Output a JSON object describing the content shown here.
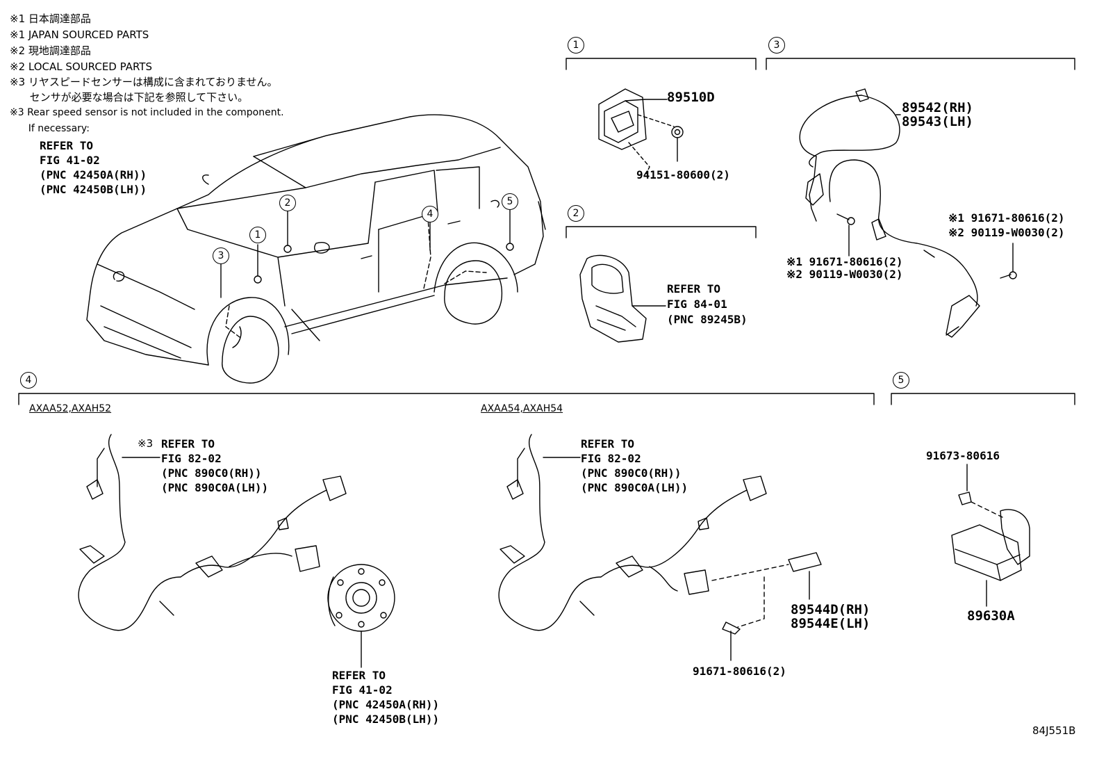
{
  "notes": [
    "※1 日本調達部品",
    "※1 JAPAN SOURCED PARTS",
    "※2 現地調達部品",
    "※2 LOCAL SOURCED PARTS",
    "※3 リヤスピードセンサーは構成に含まれておりません。",
    "      センサが必要な場合は下記を参照して下さい。",
    "※3 Rear speed sensor is not included in the component.",
    "      If necessary:"
  ],
  "top_refer": [
    "REFER TO",
    "FIG 41-02",
    "(PNC 42450A(RH))",
    "(PNC 42450B(LH))"
  ],
  "callouts": [
    "1",
    "2",
    "3",
    "4",
    "5"
  ],
  "section1": {
    "part": "89510D",
    "bolt": "94151-80600(2)"
  },
  "section2": {
    "refer": [
      "REFER TO",
      "FIG 84-01",
      "(PNC 89245B)"
    ]
  },
  "section3": {
    "part_rh": "89542(RH)",
    "part_lh": "89543(LH)",
    "bolt_a1": "※1 91671-80616(2)",
    "bolt_a2": "※2 90119-W0030(2)",
    "bolt_b1": "※1 91671-80616(2)",
    "bolt_b2": "※2 90119-W0030(2)"
  },
  "section4": {
    "model_a": "AXAA52,AXAH52",
    "model_b": "AXAA54,AXAH54",
    "note_mark": "※3",
    "refer_a": [
      "REFER TO",
      "FIG 82-02",
      "(PNC 890C0(RH))",
      "(PNC 890C0A(LH))"
    ],
    "refer_b": [
      "REFER TO",
      "FIG 82-02",
      "(PNC 890C0(RH))",
      "(PNC 890C0A(LH))"
    ],
    "refer_hub": [
      "REFER TO",
      "FIG 41-02",
      "(PNC 42450A(RH))",
      "(PNC 42450B(LH))"
    ],
    "part_rh": "89544D(RH)",
    "part_lh": "89544E(LH)",
    "bolt": "91671-80616(2)"
  },
  "section5": {
    "bolt": "91673-80616",
    "part": "89630A"
  },
  "figure_code": "84J551B"
}
